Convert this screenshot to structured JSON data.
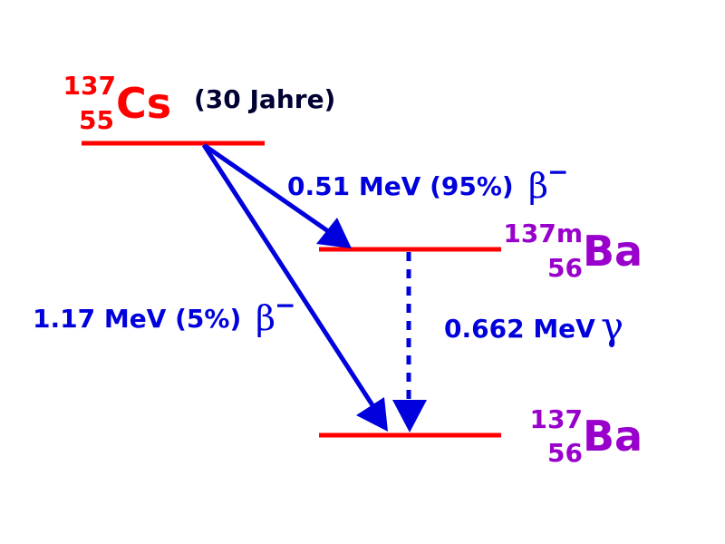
{
  "colors": {
    "level": "#ff0000",
    "arrow": "#0000dd",
    "parent": "#ff0000",
    "daughter": "#9900cc",
    "halflife": "#000033"
  },
  "parent": {
    "mass": "137",
    "atomic": "55",
    "symbol": "Cs",
    "halflife": "(30 Jahre)"
  },
  "metastable": {
    "mass": "137m",
    "atomic": "56",
    "symbol": "Ba"
  },
  "ground": {
    "mass": "137",
    "atomic": "56",
    "symbol": "Ba"
  },
  "transitions": {
    "beta1": {
      "energy": "0.51 MeV (95%)",
      "symbol": "β",
      "sign": "−"
    },
    "beta2": {
      "energy": "1.17 MeV (5%)",
      "symbol": "β",
      "sign": "−"
    },
    "gamma": {
      "energy": "0.662 MeV",
      "symbol": "γ"
    }
  }
}
